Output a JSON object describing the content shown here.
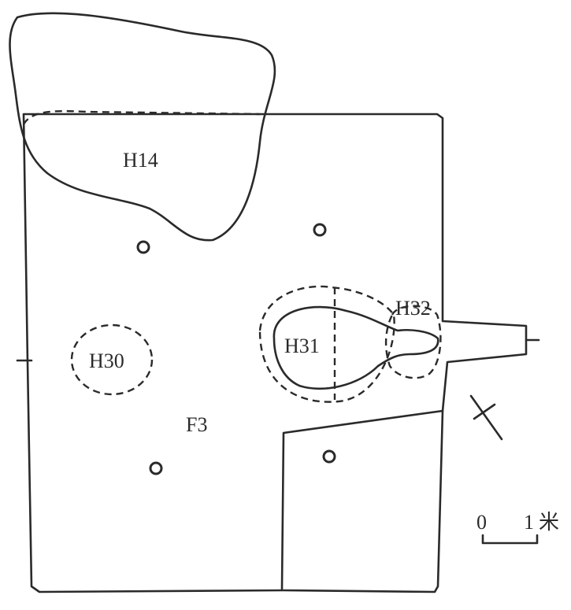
{
  "labels": {
    "house": "F3",
    "pit_h14": "H14",
    "pit_h30": "H30",
    "pit_h31": "H31",
    "pit_h32": "H32"
  },
  "scale_bar": {
    "zero": "0",
    "one": "1",
    "unit": "米"
  },
  "colors": {
    "line": "#2a2a2a",
    "background": "#ffffff"
  },
  "icons": [
    "north-arrow-icon"
  ]
}
